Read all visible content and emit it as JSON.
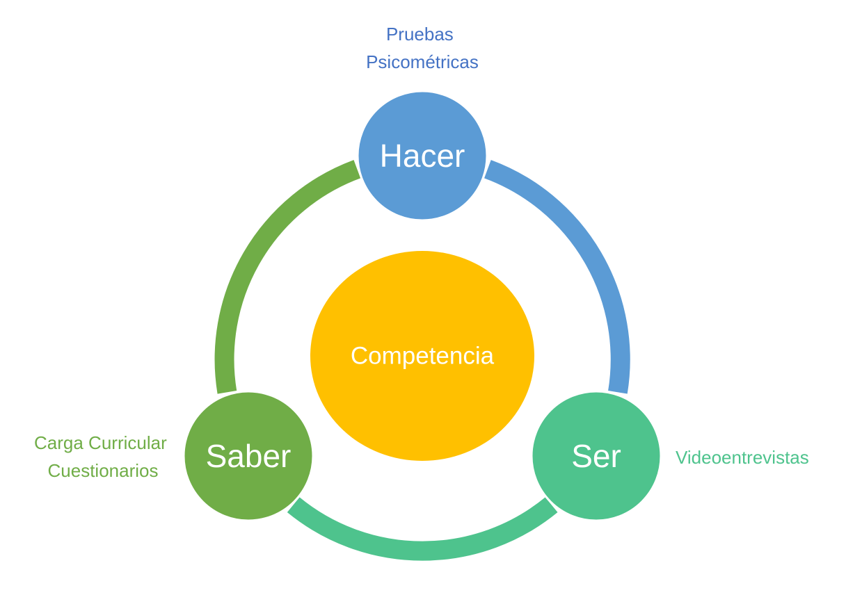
{
  "diagram": {
    "center": {
      "label": "Competencia",
      "color": "#FFC000"
    },
    "nodes": {
      "hacer": {
        "label": "Hacer",
        "color": "#5B9BD5"
      },
      "ser": {
        "label": "Ser",
        "color": "#4EC38D"
      },
      "saber": {
        "label": "Saber",
        "color": "#70AD47"
      }
    },
    "annotations": {
      "hacer": {
        "lines": [
          "Pruebas",
          "Psicométricas"
        ],
        "color": "#4472C4"
      },
      "ser": {
        "lines": [
          "Videoentrevistas"
        ],
        "color": "#4EC38D"
      },
      "saber": {
        "lines": [
          "Carga Curricular",
          "Cuestionarios"
        ],
        "color": "#70AD47"
      }
    },
    "arcs": {
      "hacer_to_ser": "#5B9BD5",
      "ser_to_saber": "#4EC38D",
      "saber_to_hacer": "#70AD47"
    }
  }
}
